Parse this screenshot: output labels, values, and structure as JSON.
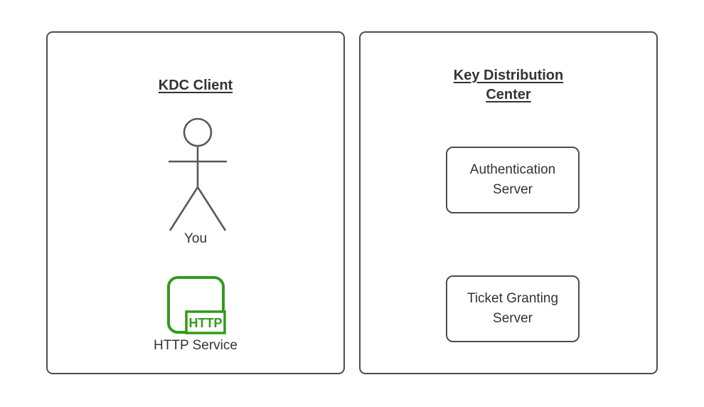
{
  "colors": {
    "panel_border": "#4d4d4d",
    "node_border": "#4d4d4d",
    "figure_stroke": "#595959",
    "text": "#333333",
    "service_green": "#339a1c",
    "background": "#ffffff"
  },
  "left_panel": {
    "title_lines": [
      "KDC Client"
    ],
    "actor": {
      "icon": "stick-figure-person-icon",
      "label": "You"
    },
    "service": {
      "icon": "http-service-icon",
      "icon_text": "HTTP",
      "label": "HTTP Service"
    }
  },
  "right_panel": {
    "title_lines": [
      "Key Distribution",
      "Center"
    ],
    "nodes": [
      {
        "label": "Authentication Server"
      },
      {
        "label": "Ticket Granting Server"
      }
    ]
  }
}
